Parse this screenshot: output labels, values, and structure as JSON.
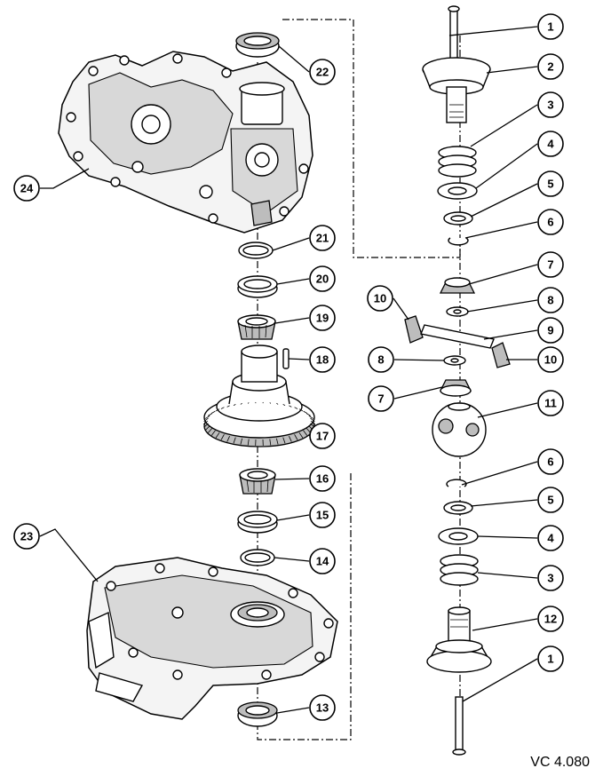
{
  "reference_code": "VC 4.080",
  "callouts": [
    "1",
    "2",
    "3",
    "4",
    "5",
    "6",
    "7",
    "8",
    "9",
    "10",
    "11",
    "12",
    "13",
    "14",
    "15",
    "16",
    "17",
    "18",
    "19",
    "20",
    "21",
    "22",
    "23",
    "24"
  ]
}
